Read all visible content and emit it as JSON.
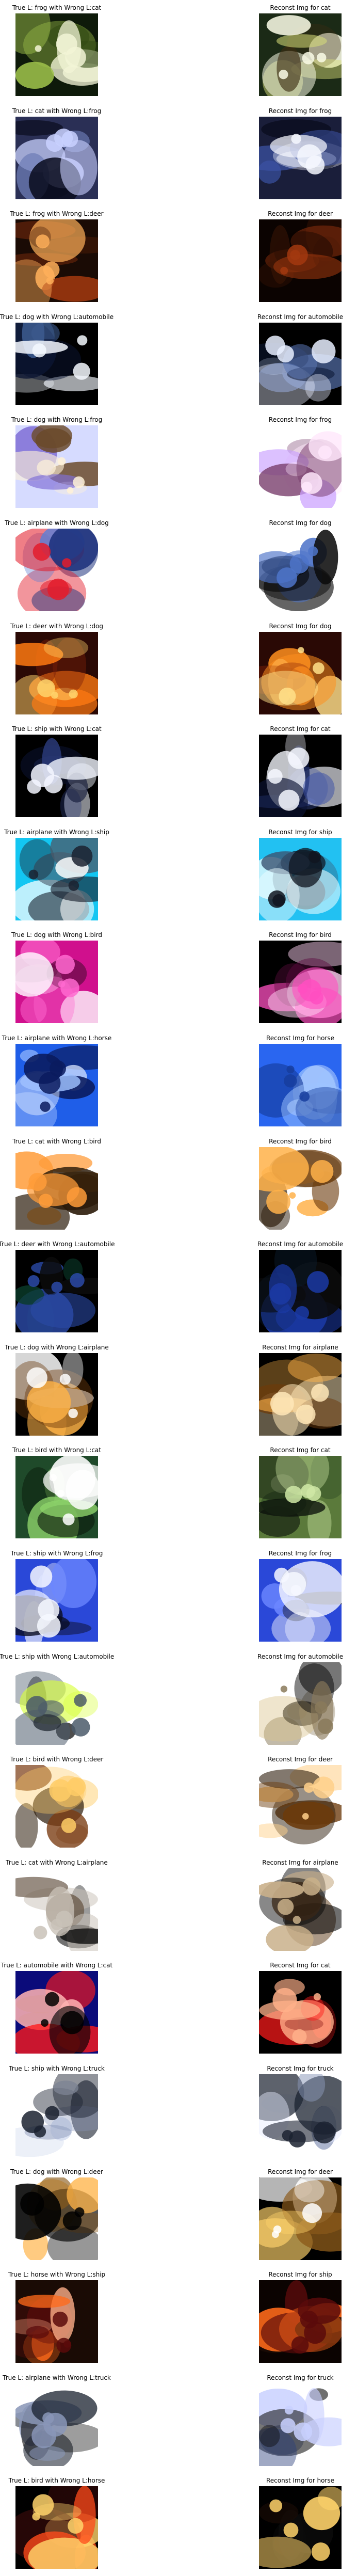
{
  "rows": [
    {
      "left": {
        "title": "True L: frog with Wrong L:cat",
        "colors": [
          "#0e1a0a",
          "#9ec14a",
          "#f2f5d6",
          "#314a12"
        ]
      },
      "right": {
        "title": "Reconst Img for cat",
        "colors": [
          "#1b2a16",
          "#d7de7a",
          "#fafbe6",
          "#3c2d12"
        ]
      }
    },
    {
      "left": {
        "title": "True L: cat with Wrong L:frog",
        "colors": [
          "#2a2f55",
          "#0a0d1f",
          "#c9d1ff",
          "#6e7db6"
        ]
      },
      "right": {
        "title": "Reconst Img for frog",
        "colors": [
          "#1a1e3a",
          "#3b52a3",
          "#f6f8ff",
          "#0a0d1f"
        ]
      }
    },
    {
      "left": {
        "title": "True L: frog with Wrong L:deer",
        "colors": [
          "#1a0b05",
          "#a2380f",
          "#ffb05a",
          "#3d1605"
        ]
      },
      "right": {
        "title": "Reconst Img for deer",
        "colors": [
          "#0b0301",
          "#3d1605",
          "#a2380f",
          "#0b0301"
        ]
      }
    },
    {
      "left": {
        "title": "True L: dog with Wrong L:automobile",
        "colors": [
          "#000000",
          "#3d5b8f",
          "#f5f9ff",
          "#0b1633"
        ]
      },
      "right": {
        "title": "Reconst Img for automobile",
        "colors": [
          "#000000",
          "#5a76b3",
          "#e8efff",
          "#0b1633"
        ]
      }
    },
    {
      "left": {
        "title": "True L: dog with Wrong L:frog",
        "colors": [
          "#d6dbff",
          "#6b4a2a",
          "#fff2d8",
          "#7f6fd6"
        ]
      },
      "right": {
        "title": "Reconst Img for frog",
        "colors": [
          "#ffffff",
          "#7a3f6e",
          "#ffe8fb",
          "#caa0ff"
        ]
      }
    },
    {
      "left": {
        "title": "True L: airplane with Wrong L:dog",
        "colors": [
          "#ffffff",
          "#1a2f7a",
          "#e31c2b",
          "#5e7fd4"
        ]
      },
      "right": {
        "title": "Reconst Img for dog",
        "colors": [
          "#ffffff",
          "#000000",
          "#4e74c9",
          "#0b0b0b"
        ]
      }
    },
    {
      "left": {
        "title": "True L: deer with Wrong L:dog",
        "colors": [
          "#2a0905",
          "#ff7a12",
          "#ffd36b",
          "#7a1f08"
        ]
      },
      "right": {
        "title": "Reconst Img for dog",
        "colors": [
          "#2a0905",
          "#ff8f1f",
          "#ffe08a",
          "#7a1f08"
        ]
      }
    },
    {
      "left": {
        "title": "True L: ship with Wrong L:cat",
        "colors": [
          "#000000",
          "#2b3a7a",
          "#f3f6ff",
          "#0b1233"
        ]
      },
      "right": {
        "title": "Reconst Img for cat",
        "colors": [
          "#000000",
          "#3d52a6",
          "#f6f8ff",
          "#0b1233"
        ]
      }
    },
    {
      "left": {
        "title": "True L: airplane with Wrong L:ship",
        "colors": [
          "#13c6f2",
          "#ffffff",
          "#1b2230",
          "#4b5a6a"
        ]
      },
      "right": {
        "title": "Reconst Img for ship",
        "colors": [
          "#22c1f2",
          "#eafcff",
          "#101520",
          "#3a5572"
        ]
      }
    },
    {
      "left": {
        "title": "True L: dog with Wrong L:bird",
        "colors": [
          "#d0108d",
          "#fff7ff",
          "#ff6ad0",
          "#5e0b40"
        ]
      },
      "right": {
        "title": "Reconst Img for bird",
        "colors": [
          "#000000",
          "#ffd2f2",
          "#ff4fc1",
          "#5e0b40"
        ]
      }
    },
    {
      "left": {
        "title": "True L: airplane with Wrong L:horse",
        "colors": [
          "#1f5ee8",
          "#9fc1ff",
          "#0a1b5e",
          "#d8e6ff"
        ]
      },
      "right": {
        "title": "Reconst Img for horse",
        "colors": [
          "#2a66f0",
          "#9cc4ff",
          "#163d9e",
          "#bcd6ff"
        ]
      }
    },
    {
      "left": {
        "title": "True L: cat with Wrong L:bird",
        "colors": [
          "#ffffff",
          "#2a1a08",
          "#ff9c3a",
          "#7a4a15"
        ]
      },
      "right": {
        "title": "Reconst Img for bird",
        "colors": [
          "#ffffff",
          "#2a1a08",
          "#ffb24a",
          "#6b3a0b"
        ]
      }
    },
    {
      "left": {
        "title": "True L: deer with Wrong L:automobile",
        "colors": [
          "#000000",
          "#0a3b2a",
          "#2b4aa8",
          "#0b0b0b"
        ]
      },
      "right": {
        "title": "Reconst Img for automobile",
        "colors": [
          "#000000",
          "#0b1a2a",
          "#1b3aa6",
          "#0b0b0b"
        ]
      }
    },
    {
      "left": {
        "title": "True L: dog with Wrong L:airplane",
        "colors": [
          "#000000",
          "#ffb347",
          "#ffffff",
          "#6b3a0b"
        ]
      },
      "right": {
        "title": "Reconst Img for airplane",
        "colors": [
          "#000000",
          "#ffb347",
          "#ffe7b8",
          "#6b3a0b"
        ]
      }
    },
    {
      "left": {
        "title": "True L: bird with Wrong L:cat",
        "colors": [
          "#1f4a2a",
          "#8cd26a",
          "#ffffff",
          "#0b1a0b"
        ]
      },
      "right": {
        "title": "Reconst Img for cat",
        "colors": [
          "#5b7a3b",
          "#0b120b",
          "#cfe8a6",
          "#3b5a2b"
        ]
      }
    },
    {
      "left": {
        "title": "True L: ship with Wrong L:frog",
        "colors": [
          "#2a48d8",
          "#0a0d1f",
          "#f6f8ff",
          "#6b86ff"
        ]
      },
      "right": {
        "title": "Reconst Img for frog",
        "colors": [
          "#2a48d8",
          "#0a0d1f",
          "#f6f8ff",
          "#6b86ff"
        ]
      }
    },
    {
      "left": {
        "title": "True L: ship with Wrong L:automobile",
        "colors": [
          "#ffffff",
          "#000000",
          "#4b5a6a",
          "#d7ff3a"
        ]
      },
      "right": {
        "title": "Reconst Img for automobile",
        "colors": [
          "#ffffff",
          "#000000",
          "#8a7a5a",
          "#d9c38a"
        ]
      }
    },
    {
      "left": {
        "title": "True L: bird with Wrong L:deer",
        "colors": [
          "#ffffff",
          "#7a3b12",
          "#ffcc66",
          "#2a1a08"
        ]
      },
      "right": {
        "title": "Reconst Img for deer",
        "colors": [
          "#ffffff",
          "#6b3a0b",
          "#ffd08a",
          "#2a1a08"
        ]
      }
    },
    {
      "left": {
        "title": "True L: cat with Wrong L:airplane",
        "colors": [
          "#ffffff",
          "#0b0b0b",
          "#c9c2b8",
          "#6b5a4a"
        ]
      },
      "right": {
        "title": "Reconst Img for airplane",
        "colors": [
          "#ffffff",
          "#000000",
          "#c9b08a",
          "#6b4a2a"
        ]
      }
    },
    {
      "left": {
        "title": "True L: automobile with Wrong L:cat",
        "colors": [
          "#0b0b7a",
          "#ff1a1a",
          "#000000",
          "#ffb3b3"
        ]
      },
      "right": {
        "title": "Reconst Img for cat",
        "colors": [
          "#000000",
          "#ff1a1a",
          "#ffb08a",
          "#7a0b0b"
        ]
      }
    },
    {
      "left": {
        "title": "True L: ship with Wrong L:truck",
        "colors": [
          "#ffffff",
          "#d7def0",
          "#1b2230",
          "#8a97b8"
        ]
      },
      "right": {
        "title": "Reconst Img for truck",
        "colors": [
          "#ffffff",
          "#e6ecff",
          "#1b2230",
          "#8a97b8"
        ]
      }
    },
    {
      "left": {
        "title": "True L: dog with Wrong L:deer",
        "colors": [
          "#ffffff",
          "#ffb347",
          "#000000",
          "#8a5a1a"
        ]
      },
      "right": {
        "title": "Reconst Img for deer",
        "colors": [
          "#000000",
          "#ffd36b",
          "#ffffff",
          "#8a5a1a"
        ]
      }
    },
    {
      "left": {
        "title": "True L: horse with Wrong L:ship",
        "colors": [
          "#1a0b05",
          "#ff6a1a",
          "#5a0b0b",
          "#ffb08a"
        ]
      },
      "right": {
        "title": "Reconst Img for ship",
        "colors": [
          "#0b0301",
          "#ff6a1a",
          "#5a0b0b",
          "#1a0b05"
        ]
      }
    },
    {
      "left": {
        "title": "True L: airplane with Wrong L:truck",
        "colors": [
          "#ffffff",
          "#1b2230",
          "#8a97b8",
          "#0b0b0b"
        ]
      },
      "right": {
        "title": "Reconst Img for truck",
        "colors": [
          "#ffffff",
          "#0b0b0b",
          "#c9d1ff",
          "#2a3f7a"
        ]
      }
    },
    {
      "left": {
        "title": "True L: bird with Wrong L:horse",
        "colors": [
          "#000000",
          "#ff4a1a",
          "#ffd36b",
          "#3a0b0b"
        ]
      },
      "right": {
        "title": "Reconst Img for horse",
        "colors": [
          "#000000",
          "#0b0b0b",
          "#ffd36b",
          "#1a0b05"
        ]
      }
    }
  ]
}
